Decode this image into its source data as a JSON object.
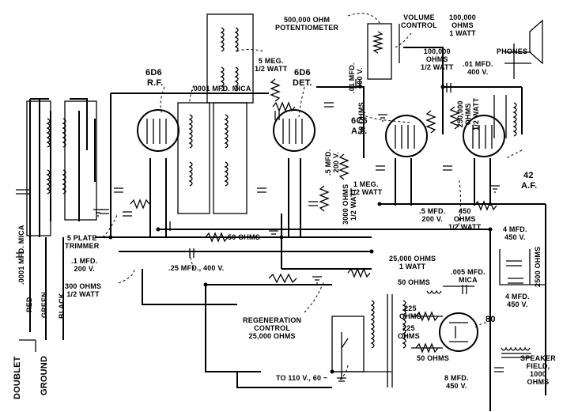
{
  "labels": {
    "tube_rf_type": "6D6",
    "tube_rf_role": "R.F.",
    "tube_det_type": "6D6",
    "tube_det_role": "DET.",
    "tube_af1_type": "6C6",
    "tube_af1_role": "A.F.",
    "tube_af2_type": "42",
    "tube_af2_role": "A.F.",
    "rectifier": "80",
    "pot": "500,000 OHM\nPOTENTIOMETER",
    "volume": "VOLUME\nCONTROL",
    "res_100k_top": "100,000\nOHMS\n1 WATT",
    "phones": "PHONES",
    "res_100k_mid": "100,000\nOHMS\n1/2 WATT",
    "cap_01_400_right": ".01 MFD.\n400 V.",
    "cap_01_400_vert": ".01 MFD.\n400 V.",
    "res_5meg": "5 MEG.\n1/2 WATT",
    "cap_0001_mica": ".0001 MFD. MICA",
    "res_50_vert": "50 OHMS",
    "cap_5_200_vert": ".5 MFD.\n200 V.",
    "res_250k_vert": "250,000\nOHMS\n1/2 WATT",
    "res_3000_vert": "3000 OHMS\n1/2 WATT",
    "res_1meg": "1 MEG.\n1/2 WATT",
    "cap_5_200_low": ".5 MFD.\n200 V.",
    "res_450": "450\nOHMS\n1/2 WATT",
    "cap_4_450_top": "4 MFD.\n450 V.",
    "res_2500_vert": "2500 OHMS",
    "cap_4_450_low": "4 MFD.\n450 V.",
    "trimmer": "5 PLATE\nTRIMMER",
    "cap_1_200": ".1 MFD.\n200 V.",
    "res_50_mid": "50 OHMS",
    "cap_25_400": ".25 MFD., 400 V.",
    "res_300": "300 OHMS\n1/2 WATT",
    "res_25k_1w": "25,000 OHMS\n1 WATT",
    "res_50_rect": "50 OHMS",
    "cap_005_mica": ".005 MFD.\nMICA",
    "res_225_a": "225\nOHMS",
    "res_225_b": "225\nOHMS",
    "res_50_low": "50 OHMS",
    "regen": "REGENERATION\nCONTROL\n25,000 OHMS",
    "mains": "TO 110 V., 60 ~",
    "cap_8_450": "8 MFD.\n450 V.",
    "speaker_field": "SPEAKER\nFIELD,\n1000\nOHMS",
    "cap_0001_mica_vert": ".0001 MFD. MICA",
    "wire_red": "RED",
    "wire_green": "GREEN",
    "wire_black": "BLACK",
    "doublet": "DOUBLET",
    "ground": "GROUND"
  }
}
